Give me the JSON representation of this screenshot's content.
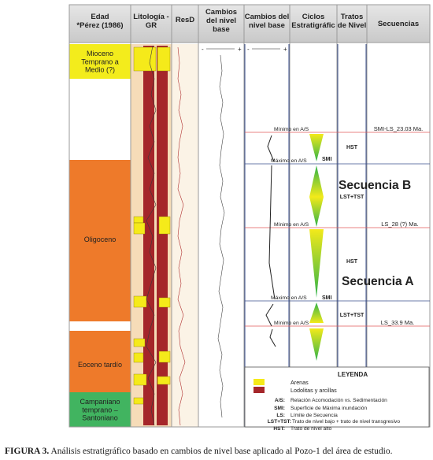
{
  "headers": {
    "edad": "Edad\n*Pérez (1986)",
    "litologia": "Litología -\nGR",
    "resd": "ResD",
    "cambios": "Cambios\ndel nivel\nbase",
    "cambios_interp": "Cambios del\nnivel base",
    "ciclos": "Ciclos\nEstratigráfic",
    "tratos": "Tratos\nde Nivel",
    "secuencias": "Secuencias"
  },
  "ages": [
    {
      "label": "Mioceno\nTemprano a\nMedio (?)",
      "color": "#f3ec1c"
    },
    {
      "label": "Oligoceno",
      "color": "#ee7a2a"
    },
    {
      "label": "Eoceno tardío",
      "color": "#ee7a2a"
    },
    {
      "label": "Campaniano\ntemprano –\nSantoniano",
      "color": "#41b460"
    }
  ],
  "scale_symbols": {
    "minus": "-",
    "plus": "+"
  },
  "surfaces": [
    {
      "label": "Mínimo en A/S",
      "seq": "SMI-LS_23.03 Ma."
    },
    {
      "label": "Máximo en A/S",
      "smi": "SMI"
    },
    {
      "label": "Mínimo en A/S",
      "seq": "LS_28 (?) Ma."
    },
    {
      "label": "Máximo en A/S",
      "smi": "SMI"
    },
    {
      "label": "Mínimo en A/S",
      "seq": "LS_33.9 Ma."
    }
  ],
  "systems_tracts": [
    "HST",
    "LST+TST",
    "HST",
    "LST+TST"
  ],
  "sequences": [
    "Secuencia B",
    "Secuencia A"
  ],
  "legend": {
    "title": "LEYENDA",
    "swatches": [
      {
        "color": "#f5ea1a",
        "label": "Arenas"
      },
      {
        "color": "#a5262a",
        "label": "Lodolitas y arcillas"
      }
    ],
    "abbrevs": [
      {
        "key": "A/S:",
        "text": "Relación Acomodación vs. Sedimentación"
      },
      {
        "key": "SMI:",
        "text": "Superficie de Máxima inundación"
      },
      {
        "key": "LS:",
        "text": "Límite de Secuencia"
      },
      {
        "key": "LST+TST:",
        "text": "Trato de nivel bajo + trato de nivel transgresivo"
      },
      {
        "key": "HST:",
        "text": "Trato de nivel alto"
      }
    ]
  },
  "caption": {
    "label": "FIGURA 3.",
    "text": " Análisis estratigráfico basado en cambios de nivel base aplicado al Pozo-1 del área de estudio."
  }
}
